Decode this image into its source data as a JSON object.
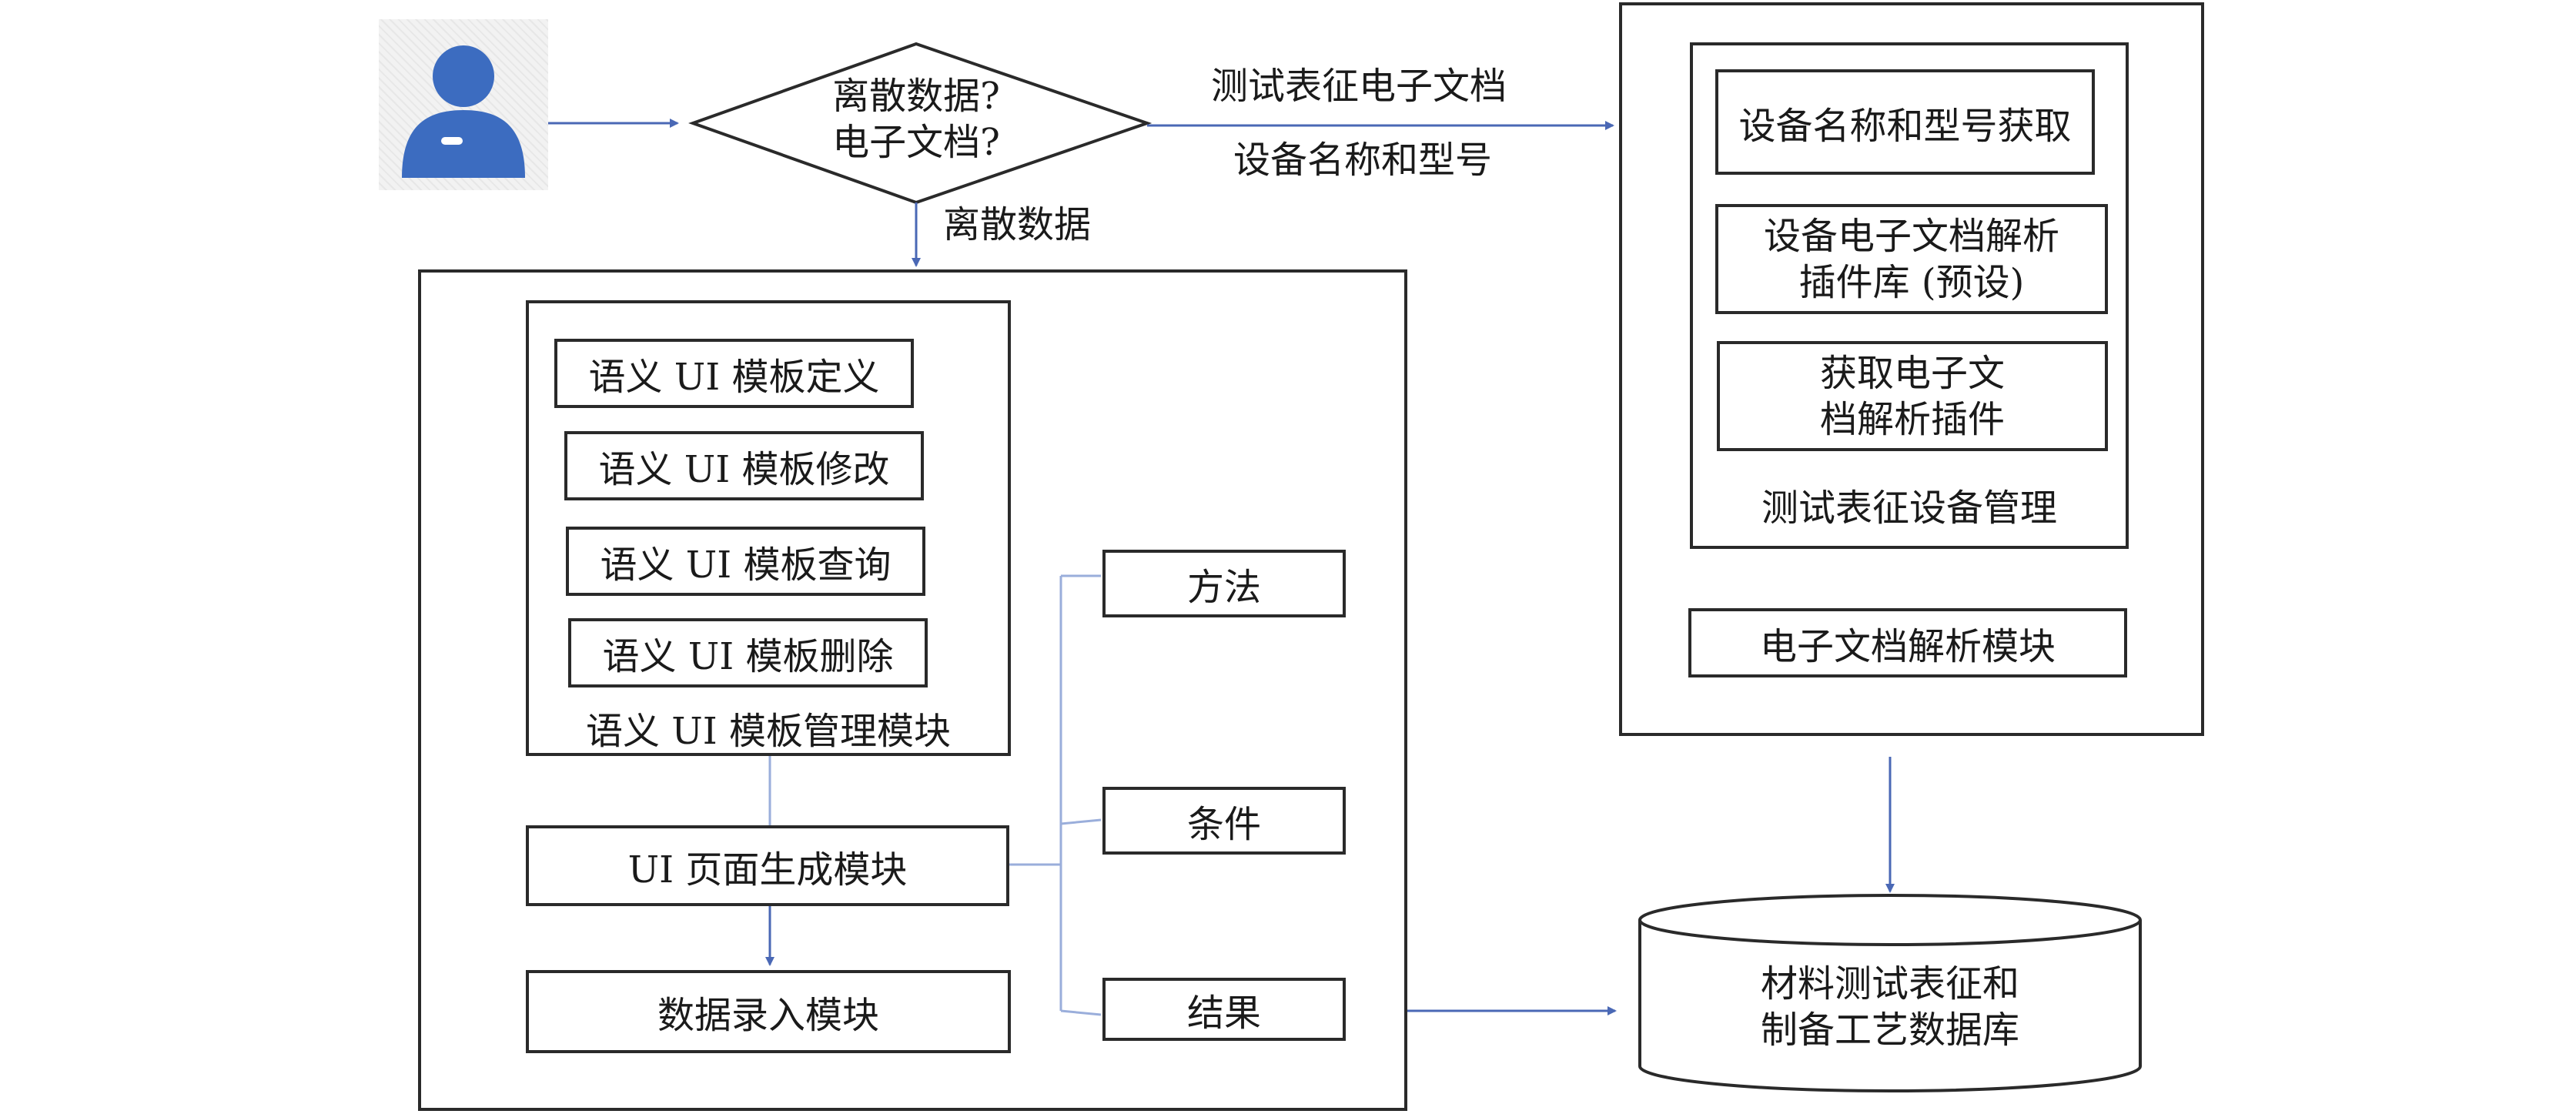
{
  "decision": {
    "label": "离散数据?\n电子文档?"
  },
  "edges": {
    "docs_line1": "测试表征电子文档",
    "docs_line2": "设备名称和型号",
    "discrete": "离散数据"
  },
  "left_panel": {
    "template_module": {
      "title": "语义 UI 模板管理模块",
      "items": [
        "语义 UI 模板定义",
        "语义 UI 模板修改",
        "语义 UI 模板查询",
        "语义 UI 模板删除"
      ]
    },
    "ui_page_module": "UI 页面生成模块",
    "data_entry_module": "数据录入模块",
    "branches": [
      "方法",
      "条件",
      "结果"
    ]
  },
  "right_panel": {
    "device_mgmt": {
      "title": "测试表征设备管理",
      "items": [
        "设备名称和型号获取",
        "设备电子文档解析\n插件库 (预设)",
        "获取电子文\n档解析插件"
      ]
    },
    "parser_module": "电子文档解析模块"
  },
  "database": {
    "label": "材料测试表征和\n制备工艺数据库"
  },
  "colors": {
    "line": "#4a68b5",
    "user_icon": "#3c6cc0",
    "border": "#2a2a2a"
  },
  "icons": {
    "user": "user-icon"
  }
}
